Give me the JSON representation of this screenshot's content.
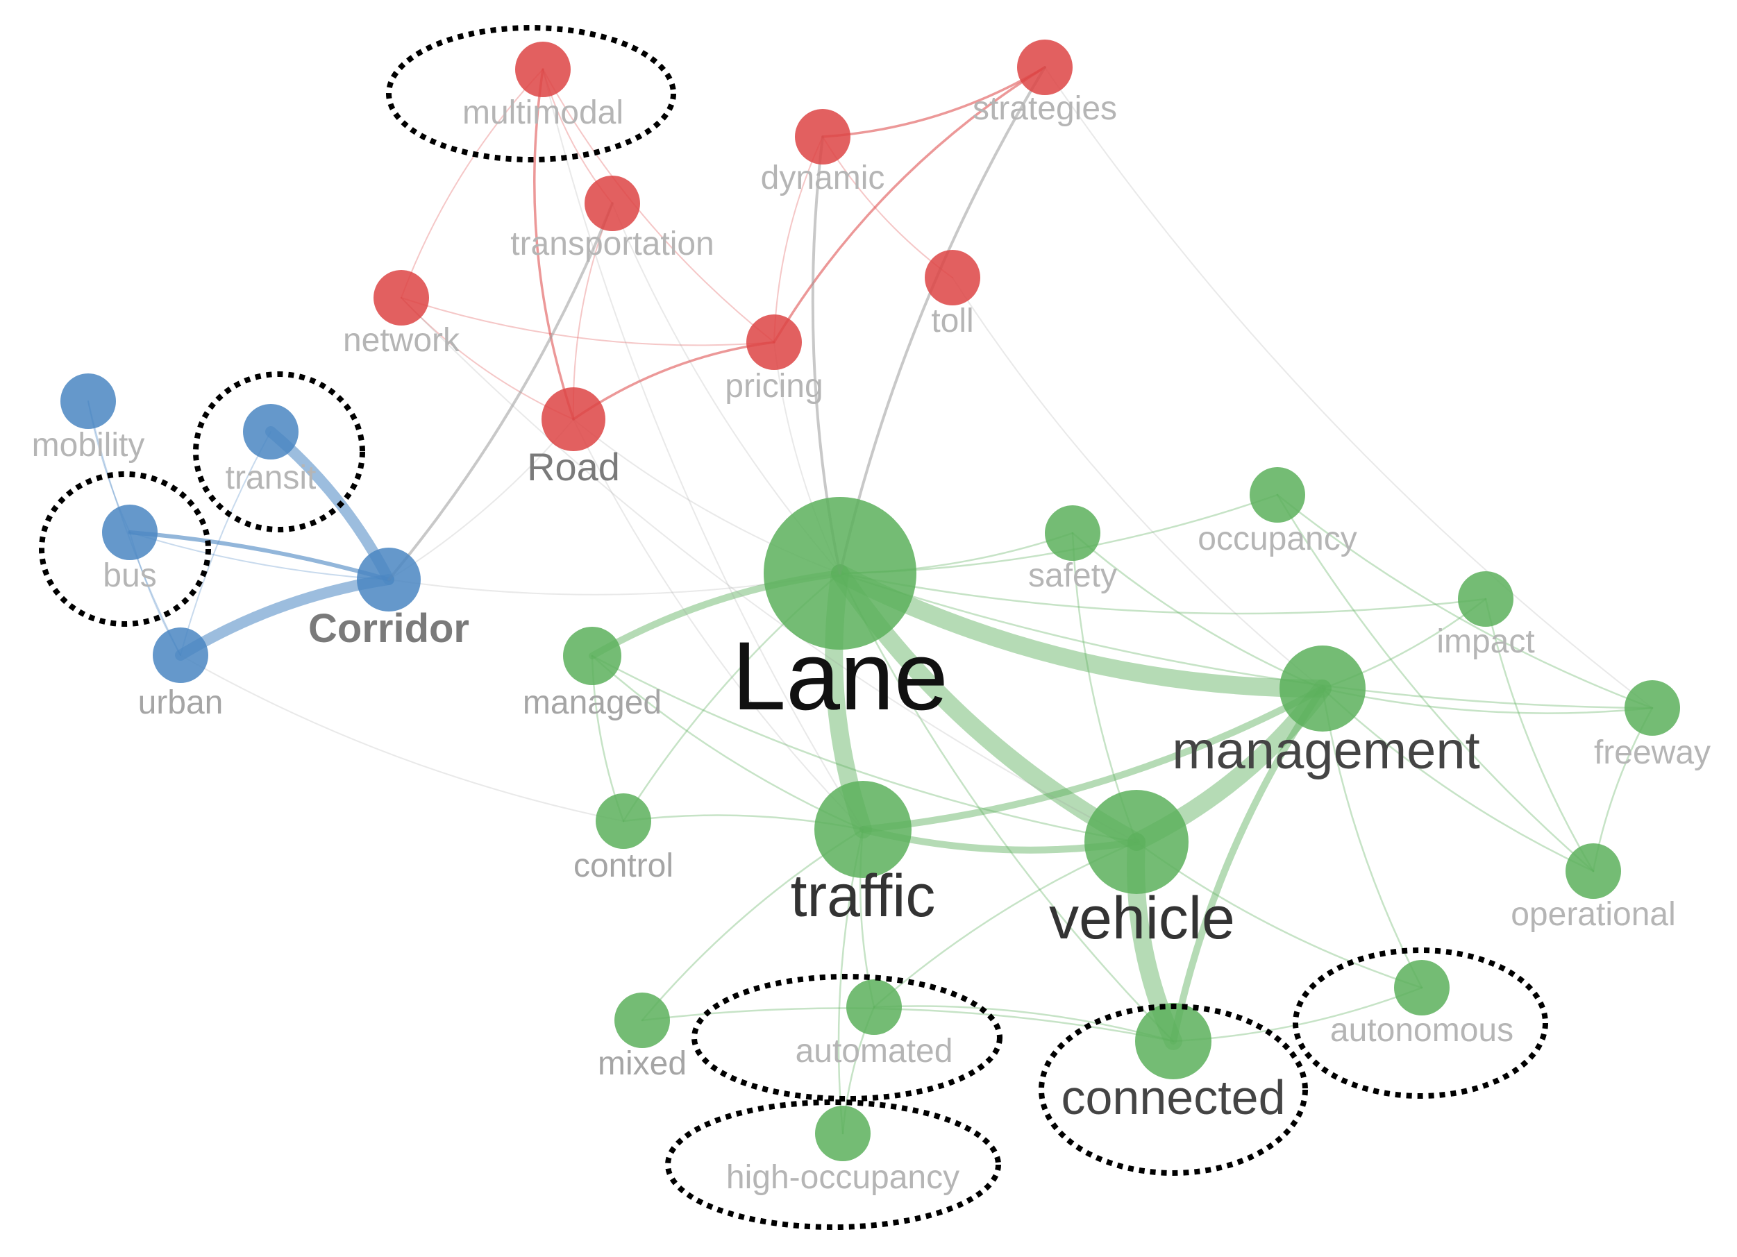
{
  "clusters": {
    "red": "#dd4444",
    "blue": "#4a86c2",
    "green": "#5cb05c"
  },
  "nodes": [
    {
      "id": "multimodal",
      "label": "multimodal",
      "cluster": "red"
    },
    {
      "id": "strategies",
      "label": "strategies",
      "cluster": "red"
    },
    {
      "id": "dynamic",
      "label": "dynamic",
      "cluster": "red"
    },
    {
      "id": "transportation",
      "label": "transportation",
      "cluster": "red"
    },
    {
      "id": "toll",
      "label": "toll",
      "cluster": "red"
    },
    {
      "id": "network",
      "label": "network",
      "cluster": "red"
    },
    {
      "id": "pricing",
      "label": "pricing",
      "cluster": "red"
    },
    {
      "id": "road",
      "label": "Road",
      "cluster": "red"
    },
    {
      "id": "mobility",
      "label": "mobility",
      "cluster": "blue"
    },
    {
      "id": "transit",
      "label": "transit",
      "cluster": "blue"
    },
    {
      "id": "bus",
      "label": "bus",
      "cluster": "blue"
    },
    {
      "id": "corridor",
      "label": "Corridor",
      "cluster": "blue"
    },
    {
      "id": "urban",
      "label": "urban",
      "cluster": "blue"
    },
    {
      "id": "lane",
      "label": "Lane",
      "cluster": "green"
    },
    {
      "id": "safety",
      "label": "safety",
      "cluster": "green"
    },
    {
      "id": "occupancy",
      "label": "occupancy",
      "cluster": "green"
    },
    {
      "id": "impact",
      "label": "impact",
      "cluster": "green"
    },
    {
      "id": "managed",
      "label": "managed",
      "cluster": "green"
    },
    {
      "id": "management",
      "label": "management",
      "cluster": "green"
    },
    {
      "id": "freeway",
      "label": "freeway",
      "cluster": "green"
    },
    {
      "id": "control",
      "label": "control",
      "cluster": "green"
    },
    {
      "id": "traffic",
      "label": "traffic",
      "cluster": "green"
    },
    {
      "id": "vehicle",
      "label": "vehicle",
      "cluster": "green"
    },
    {
      "id": "operational",
      "label": "operational",
      "cluster": "green"
    },
    {
      "id": "mixed",
      "label": "mixed",
      "cluster": "green"
    },
    {
      "id": "automated",
      "label": "automated",
      "cluster": "green"
    },
    {
      "id": "connected",
      "label": "connected",
      "cluster": "green"
    },
    {
      "id": "autonomous",
      "label": "autonomous",
      "cluster": "green"
    },
    {
      "id": "high_occupancy",
      "label": "high-occupancy",
      "cluster": "green"
    }
  ],
  "edges": [
    [
      "lane",
      "vehicle",
      "strong"
    ],
    [
      "lane",
      "management",
      "strong"
    ],
    [
      "lane",
      "traffic",
      "strong"
    ],
    [
      "vehicle",
      "connected",
      "strong"
    ],
    [
      "vehicle",
      "management",
      "strong"
    ],
    [
      "traffic",
      "vehicle",
      "medium"
    ],
    [
      "traffic",
      "management",
      "medium"
    ],
    [
      "lane",
      "managed",
      "medium"
    ],
    [
      "lane",
      "safety",
      "light"
    ],
    [
      "lane",
      "occupancy",
      "light"
    ],
    [
      "lane",
      "impact",
      "light"
    ],
    [
      "lane",
      "freeway",
      "light"
    ],
    [
      "management",
      "impact",
      "light"
    ],
    [
      "management",
      "connected",
      "medium"
    ],
    [
      "management",
      "freeway",
      "light"
    ],
    [
      "management",
      "operational",
      "light"
    ],
    [
      "management",
      "autonomous",
      "light"
    ],
    [
      "vehicle",
      "autonomous",
      "light"
    ],
    [
      "vehicle",
      "automated",
      "light"
    ],
    [
      "traffic",
      "automated",
      "light"
    ],
    [
      "traffic",
      "high_occupancy",
      "light"
    ],
    [
      "traffic",
      "mixed",
      "light"
    ],
    [
      "traffic",
      "control",
      "light"
    ],
    [
      "managed",
      "control",
      "light"
    ],
    [
      "managed",
      "traffic",
      "light"
    ],
    [
      "managed",
      "vehicle",
      "light"
    ],
    [
      "connected",
      "autonomous",
      "light"
    ],
    [
      "connected",
      "automated",
      "light"
    ],
    [
      "connected",
      "mixed",
      "light"
    ],
    [
      "automated",
      "high_occupancy",
      "light"
    ],
    [
      "occupancy",
      "operational",
      "light"
    ],
    [
      "impact",
      "operational",
      "light"
    ],
    [
      "freeway",
      "operational",
      "light"
    ],
    [
      "safety",
      "management",
      "light"
    ],
    [
      "safety",
      "vehicle",
      "light"
    ],
    [
      "lane",
      "control",
      "light"
    ],
    [
      "lane",
      "connected",
      "light"
    ],
    [
      "occupancy",
      "freeway",
      "light"
    ],
    [
      "corridor",
      "transit",
      "blue-strong"
    ],
    [
      "corridor",
      "urban",
      "blue-strong"
    ],
    [
      "corridor",
      "bus",
      "blue-medium"
    ],
    [
      "mobility",
      "bus",
      "blue-light"
    ],
    [
      "mobility",
      "urban",
      "blue-light"
    ],
    [
      "transit",
      "urban",
      "blue-light"
    ],
    [
      "bus",
      "urban",
      "blue-light"
    ],
    [
      "bus",
      "corridor",
      "blue-light"
    ],
    [
      "multimodal",
      "road",
      "red-medium"
    ],
    [
      "multimodal",
      "transportation",
      "red-light"
    ],
    [
      "multimodal",
      "network",
      "red-light"
    ],
    [
      "multimodal",
      "pricing",
      "red-light"
    ],
    [
      "dynamic",
      "strategies",
      "red-medium"
    ],
    [
      "dynamic",
      "toll",
      "red-light"
    ],
    [
      "dynamic",
      "pricing",
      "red-light"
    ],
    [
      "strategies",
      "pricing",
      "red-medium"
    ],
    [
      "pricing",
      "road",
      "red-medium"
    ],
    [
      "network",
      "pricing",
      "red-light"
    ],
    [
      "network",
      "road",
      "red-light"
    ],
    [
      "transportation",
      "road",
      "red-light"
    ],
    [
      "dynamic",
      "lane",
      "gray"
    ],
    [
      "corridor",
      "transportation",
      "gray"
    ],
    [
      "road",
      "lane",
      "gray-light"
    ],
    [
      "strategies",
      "lane",
      "gray"
    ],
    [
      "pricing",
      "lane",
      "gray-light"
    ],
    [
      "corridor",
      "lane",
      "gray-light"
    ],
    [
      "urban",
      "control",
      "gray-light"
    ],
    [
      "network",
      "vehicle",
      "gray-light"
    ],
    [
      "transportation",
      "lane",
      "gray-light"
    ],
    [
      "road",
      "traffic",
      "gray-light"
    ],
    [
      "strategies",
      "freeway",
      "gray-light"
    ],
    [
      "toll",
      "management",
      "gray-light"
    ],
    [
      "multimodal",
      "traffic",
      "gray-light"
    ],
    [
      "corridor",
      "road",
      "gray-light"
    ]
  ],
  "highlighted": [
    "multimodal",
    "transit",
    "bus",
    "automated",
    "high_occupancy",
    "connected",
    "autonomous"
  ]
}
